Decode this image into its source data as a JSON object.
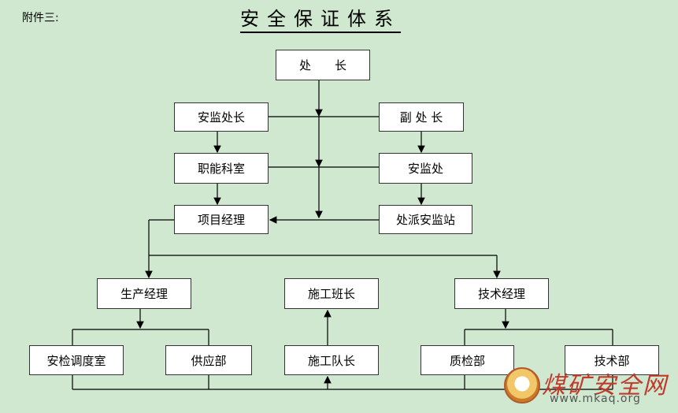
{
  "header": {
    "attachment": "附件三:",
    "title": "安全保证体系"
  },
  "nodes": {
    "director": "处　　长",
    "safety_director": "安监处长",
    "deputy_director": "副 处 长",
    "functional_dept": "职能科室",
    "safety_office": "安监处",
    "project_manager": "项目经理",
    "dispatched_station": "处派安监站",
    "production_manager": "生产经理",
    "construction_foreman": "施工班长",
    "technical_manager": "技术经理",
    "inspection_dispatch": "安检调度室",
    "supply_dept": "供应部",
    "construction_captain": "施工队长",
    "quality_dept": "质检部",
    "technical_dept": "技术部"
  },
  "watermark": {
    "text": "煤矿安全网",
    "url": "www.mkaq.org"
  }
}
